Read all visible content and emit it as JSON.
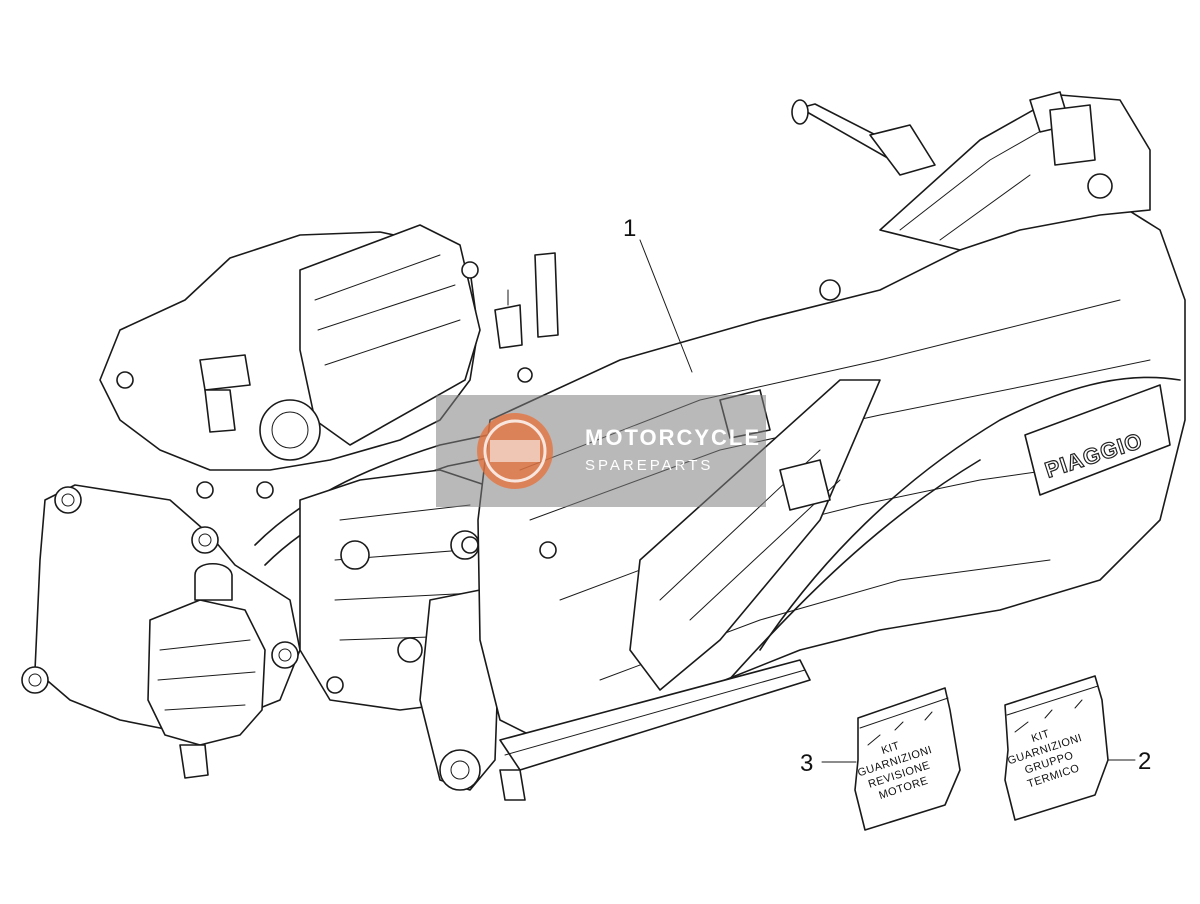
{
  "callouts": [
    {
      "id": "1",
      "label": "1"
    },
    {
      "id": "2",
      "label": "2"
    },
    {
      "id": "3",
      "label": "3"
    }
  ],
  "engine": {
    "brand_text": "PIAGGIO"
  },
  "kits": {
    "gasket_overhaul": {
      "lines": [
        "KIT",
        "GUARNIZIONI",
        "REVISIONE",
        "MOTORE"
      ]
    },
    "thermal_group": {
      "lines": [
        "KIT",
        "GUARNIZIONI",
        "GRUPPO",
        "TERMICO"
      ]
    }
  },
  "watermark": {
    "line1": "MOTORCYCLE",
    "line2": "SPAREPARTS",
    "box_color": "#808080",
    "logo_color": "#e8703a"
  }
}
